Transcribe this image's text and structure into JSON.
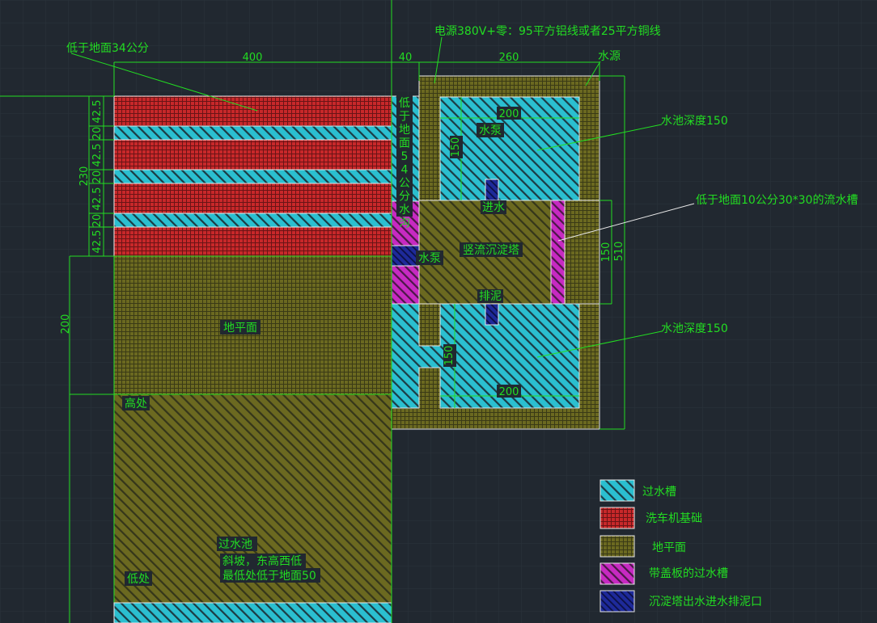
{
  "dimensions": {
    "width_400": "400",
    "width_40": "40",
    "width_260": "260",
    "height_230": "230",
    "height_200_left": "200",
    "strip_42_5": "42.5",
    "strip_20": "20",
    "pool_top_width": "200",
    "pool_top_depth": "150",
    "tower_height": "150",
    "total_height": "510",
    "pool_bottom_depth": "150",
    "pool_bottom_width": "200"
  },
  "annotations": {
    "below_ground_34": "低于地面34公分",
    "power_supply": "电源380V+零：95平方铝线或者25平方铜线",
    "water_source": "水源",
    "pool_depth_top": "水池深度150",
    "gutter_30x30": "低于地面10公分30*30的流水槽",
    "pool_depth_bottom": "水池深度150",
    "ditch_vertical": "低于地面54公分水沟"
  },
  "labels": {
    "pump_top": "水泵",
    "inlet": "进水",
    "pump_side": "水泵",
    "settling_tower": "竖流沉淀塔",
    "sludge_outlet": "排泥",
    "ground_level": "地平面",
    "high_point": "高处",
    "low_point": "低处",
    "filter_pool_title": "过水池",
    "filter_pool_slope": "斜坡，东高西低",
    "filter_pool_lowest": "最低处低于地面50"
  },
  "legend": [
    {
      "key": "cyan",
      "label": "过水槽"
    },
    {
      "key": "red",
      "label": "洗车机基础"
    },
    {
      "key": "olive",
      "label": "地平面"
    },
    {
      "key": "magenta",
      "label": "带盖板的过水槽"
    },
    {
      "key": "navy",
      "label": "沉淀塔出水进水排泥口"
    }
  ],
  "colors": {
    "background": "#212830",
    "dimension_green": "#22dd22",
    "cyan_fill": "#2bbfd0",
    "red_fill": "#c8282a",
    "olive_fill": "#6b6920",
    "magenta_fill": "#c72ac2",
    "navy_fill": "#1e2a9a"
  }
}
